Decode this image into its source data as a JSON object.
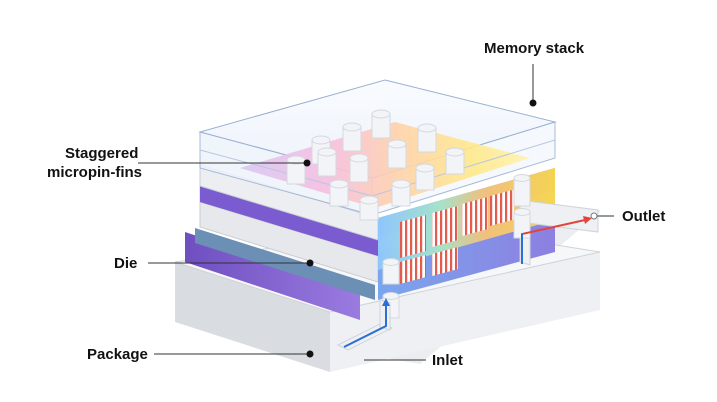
{
  "labels": {
    "memory_stack": "Memory stack",
    "staggered_line1": "Staggered",
    "staggered_line2": "micropin-fins",
    "die": "Die",
    "package": "Package",
    "inlet": "Inlet",
    "outlet": "Outlet"
  },
  "colors": {
    "inlet_arrow": "#2a6fd6",
    "outlet_arrow": "#e0443a",
    "layer_purple": "#7a55c8",
    "layer_blue": "#5b8bd6",
    "fin_red": "#e35a4c"
  }
}
